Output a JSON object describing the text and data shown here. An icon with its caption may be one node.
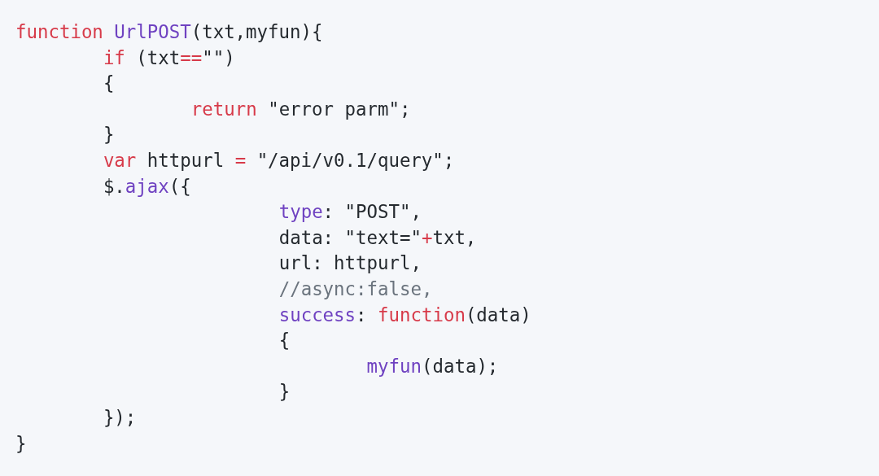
{
  "diagram": {
    "labels": [
      "function UrlPOST(txt,myfun){",
      "if (txt==\"\")",
      "{",
      "return \"error parm\";",
      "}",
      "var httpurl = \"/api/v0.1/query\";",
      "$.ajax({",
      "type: \"POST\",",
      "data: \"text=\"+txt,",
      "url: httpurl,",
      "//async:false,",
      "success: function(data)",
      "{",
      "myfun(data);",
      "}",
      "});",
      "}"
    ]
  }
}
